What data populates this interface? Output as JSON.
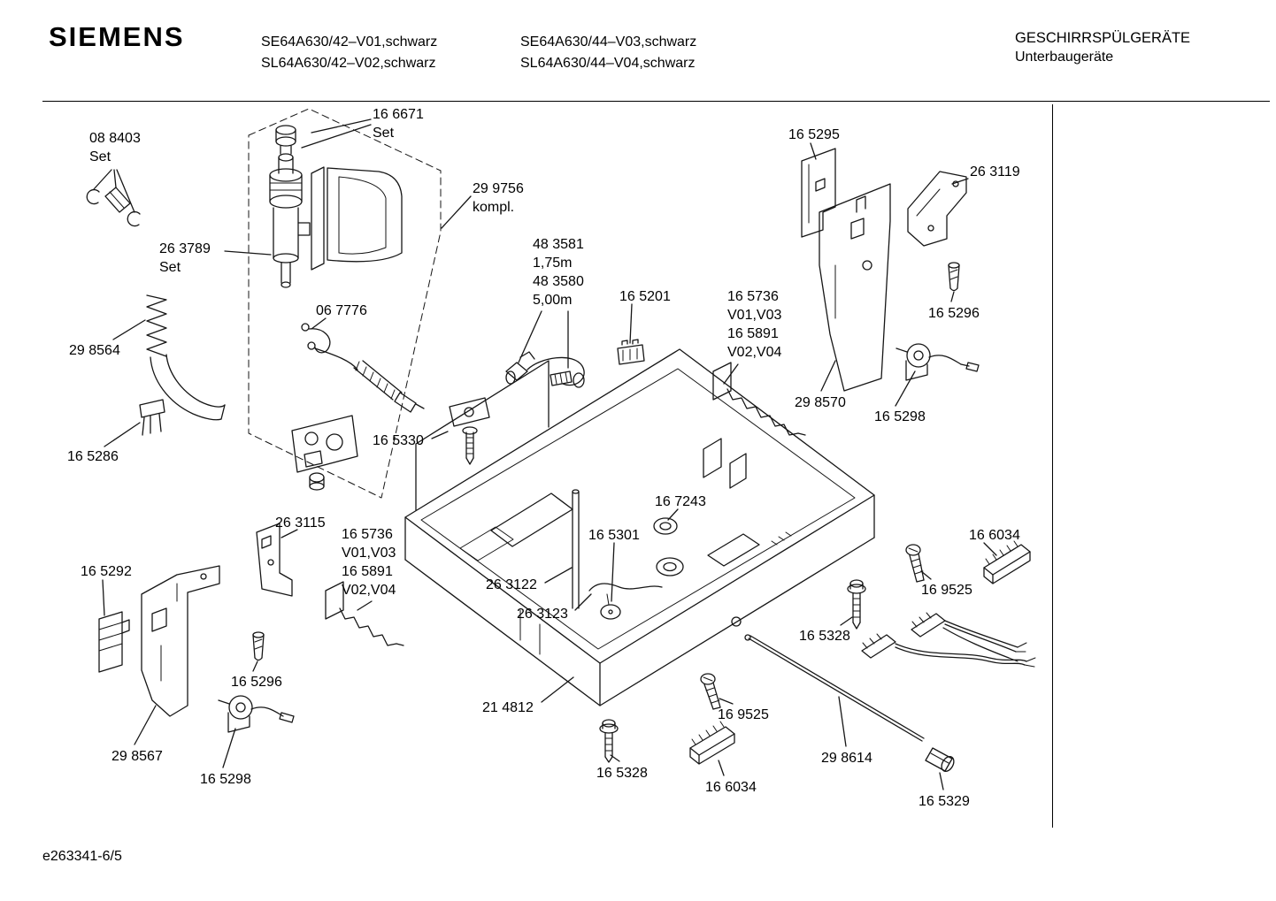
{
  "header": {
    "brand": "SIEMENS",
    "models_col1": "SE64A630/42–V01,schwarz\nSL64A630/42–V02,schwarz",
    "models_col2": "SE64A630/44–V03,schwarz\nSL64A630/44–V04,schwarz",
    "category": "GESCHIRRSPÜLGERÄTE",
    "subcategory": "Unterbaugeräte"
  },
  "footer": {
    "doc_number": "e263341-6/5"
  },
  "labels": [
    {
      "text": "16 6671\nSet"
    },
    {
      "text": "08 8403\nSet"
    },
    {
      "text": "29 9756\nkompl."
    },
    {
      "text": "26 3789\nSet"
    },
    {
      "text": "48 3581\n1,75m\n48 3580\n5,00m"
    },
    {
      "text": "06 7776"
    },
    {
      "text": "16 5201"
    },
    {
      "text": "16 5736\nV01,V03\n16 5891\nV02,V04"
    },
    {
      "text": "16 5295"
    },
    {
      "text": "26 3119"
    },
    {
      "text": "16 5296"
    },
    {
      "text": "29 8570"
    },
    {
      "text": "16 5298"
    },
    {
      "text": "29 8564"
    },
    {
      "text": "16 5286"
    },
    {
      "text": "16 5330"
    },
    {
      "text": "26 3115"
    },
    {
      "text": "16 5736\nV01,V03\n16 5891\nV02,V04"
    },
    {
      "text": "16 5292"
    },
    {
      "text": "16 7243"
    },
    {
      "text": "16 5301"
    },
    {
      "text": "26 3122"
    },
    {
      "text": "26 3123"
    },
    {
      "text": "16 6034"
    },
    {
      "text": "16 9525"
    },
    {
      "text": "16 5328"
    },
    {
      "text": "16 5296"
    },
    {
      "text": "29 8567"
    },
    {
      "text": "16 5298"
    },
    {
      "text": "21 4812"
    },
    {
      "text": "16 9525"
    },
    {
      "text": "16 5328"
    },
    {
      "text": "16 6034"
    },
    {
      "text": "29 8614"
    },
    {
      "text": "16 5329"
    }
  ]
}
